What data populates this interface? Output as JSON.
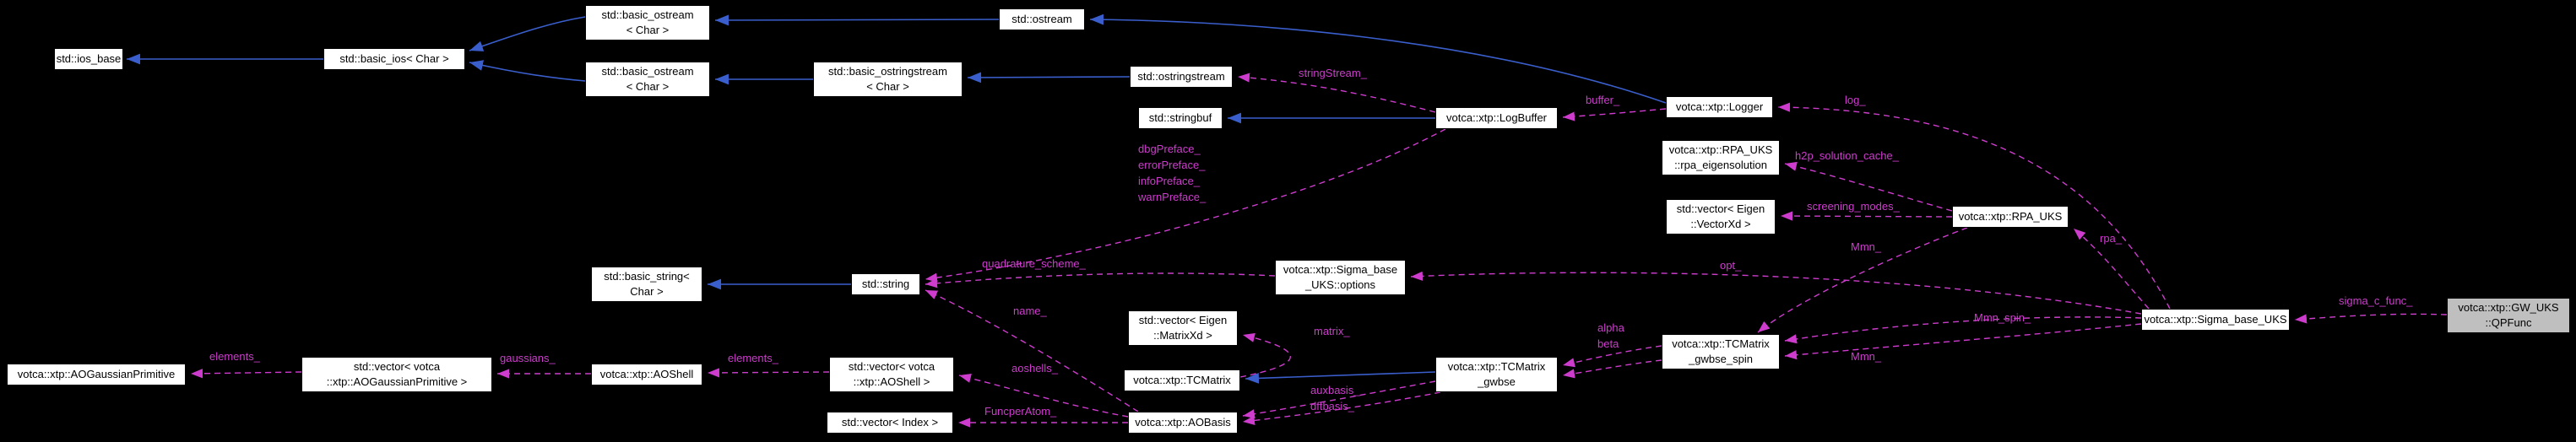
{
  "diagram": {
    "type": "class-collaboration-graph",
    "colors": {
      "background": "#000000",
      "node_fill": "#ffffff",
      "node_text": "#000000",
      "current_node_fill": "#bfbfbf",
      "inheritance_edge": "#3a5fcd",
      "usage_edge": "#cd3ccd"
    }
  },
  "nodes": {
    "ios_base": {
      "label": "std::ios_base"
    },
    "basic_ios": {
      "label": "std::basic_ios< Char >"
    },
    "basic_ostream_a": {
      "label": "std::basic_ostream\n< Char >"
    },
    "ostream": {
      "label": "std::ostream"
    },
    "basic_ostream_b": {
      "label": "std::basic_ostream\n< Char >"
    },
    "basic_ostringstream": {
      "label": "std::basic_ostringstream\n< Char >"
    },
    "ostringstream": {
      "label": "std::ostringstream"
    },
    "stringbuf": {
      "label": "std::stringbuf"
    },
    "logbuffer": {
      "label": "votca::xtp::LogBuffer"
    },
    "logger": {
      "label": "votca::xtp::Logger"
    },
    "rpa_eigensolution": {
      "label": "votca::xtp::RPA_UKS\n::rpa_eigensolution"
    },
    "vector_vectorxd": {
      "label": "std::vector< Eigen\n::VectorXd >"
    },
    "rpa_uks": {
      "label": "votca::xtp::RPA_UKS"
    },
    "basic_string": {
      "label": "std::basic_string<\nChar >"
    },
    "string": {
      "label": "std::string"
    },
    "sigma_options": {
      "label": "votca::xtp::Sigma_base\n_UKS::options"
    },
    "sigma_base_uks": {
      "label": "votca::xtp::Sigma_base_UKS"
    },
    "qpfunc": {
      "label": "votca::xtp::GW_UKS\n::QPFunc"
    },
    "tcm_spin": {
      "label": "votca::xtp::TCMatrix\n_gwbse_spin"
    },
    "vector_matrixxd": {
      "label": "std::vector< Eigen\n::MatrixXd >"
    },
    "tcmatrix": {
      "label": "votca::xtp::TCMatrix"
    },
    "tcm_gwbse": {
      "label": "votca::xtp::TCMatrix\n_gwbse"
    },
    "aogp": {
      "label": "votca::xtp::AOGaussianPrimitive"
    },
    "vector_aogp": {
      "label": "std::vector< votca\n::xtp::AOGaussianPrimitive >"
    },
    "aoshell": {
      "label": "votca::xtp::AOShell"
    },
    "vector_aoshell": {
      "label": "std::vector< votca\n::xtp::AOShell >"
    },
    "vector_index": {
      "label": "std::vector< Index >"
    },
    "aobasis": {
      "label": "votca::xtp::AOBasis"
    }
  },
  "edge_labels": {
    "stringStream": {
      "label": "stringStream_"
    },
    "buffer": {
      "label": "buffer_"
    },
    "log": {
      "label": "log_"
    },
    "prefaces": {
      "label": "dbgPreface_\nerrorPreface_\ninfoPreface_\nwarnPreface_"
    },
    "h2p_solution_cache": {
      "label": "h2p_solution_cache_"
    },
    "screening_modes": {
      "label": "screening_modes_"
    },
    "mmn_top": {
      "label": "Mmn_"
    },
    "rpa": {
      "label": "rpa_"
    },
    "quadrature_scheme": {
      "label": "quadrature_scheme_"
    },
    "opt": {
      "label": "opt_"
    },
    "sigma_c_func": {
      "label": "sigma_c_func_"
    },
    "mmn_spin": {
      "label": "Mmn_spin_"
    },
    "alpha_beta": {
      "label": "alpha\nbeta"
    },
    "mmn_bottom": {
      "label": "Mmn_"
    },
    "matrix": {
      "label": "matrix_"
    },
    "name": {
      "label": "name_"
    },
    "aoshells": {
      "label": "aoshells_"
    },
    "elements_primitive": {
      "label": "elements_"
    },
    "gaussians": {
      "label": "gaussians_"
    },
    "elements_shell": {
      "label": "elements_"
    },
    "auxbasis_dftbasis": {
      "label": "auxbasis_\ndftbasis_"
    },
    "funcperatom": {
      "label": "FuncperAtom_"
    }
  }
}
